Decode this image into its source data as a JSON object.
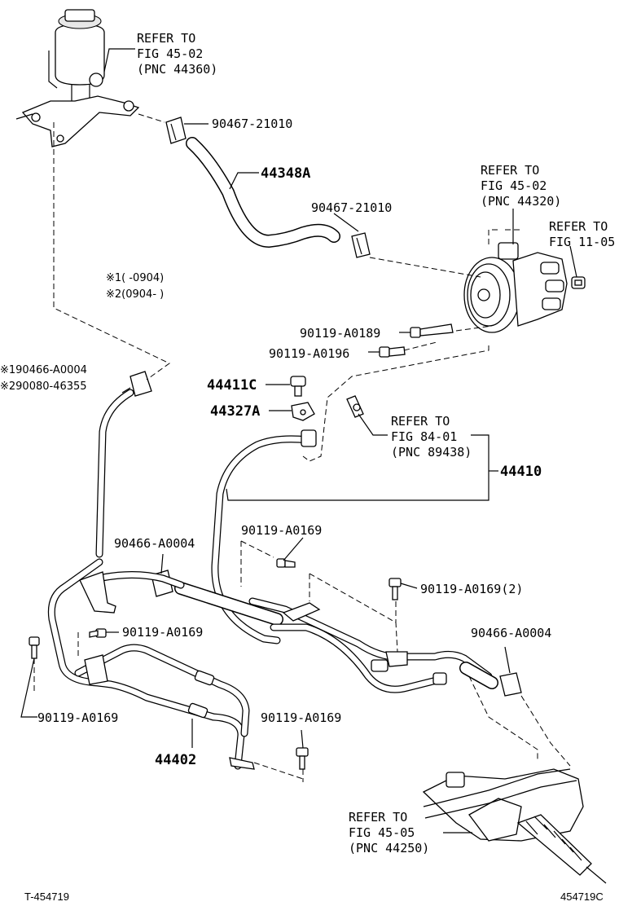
{
  "refs": {
    "reservoir": [
      "REFER TO",
      "FIG 45-02",
      "(PNC 44360)"
    ],
    "pump": [
      "REFER TO",
      "FIG 45-02",
      "(PNC 44320)"
    ],
    "fig11": [
      "REFER TO",
      "FIG 11-05"
    ],
    "sensor": [
      "REFER TO",
      "FIG 84-01",
      "(PNC 89438)"
    ],
    "gear": [
      "REFER TO",
      "FIG 45-05",
      "(PNC 44250)"
    ]
  },
  "notes": {
    "note1": "※1(   -0904)",
    "note2": "※2(0904-   )"
  },
  "parts": {
    "clamp_top": "90467-21010",
    "hose_suction": "44348A",
    "clamp_pump": "90467-21010",
    "bolt_0189": "90119-A0189",
    "bolt_0196": "90119-A0196",
    "bolt_44411c": "44411C",
    "clamp_44327a": "44327A",
    "alt1": "※190466-A0004",
    "alt2": "※290080-46355",
    "pressure_tube": "44410",
    "clamp_mid": "90466-A0004",
    "bolt_upper": "90119-A0169",
    "bolt_right": "90119-A0169(2)",
    "bolt_left_mid": "90119-A0169",
    "clamp_right": "90466-A0004",
    "bolt_left_low": "90119-A0169",
    "bolt_low": "90119-A0169",
    "cooler_tube": "44402"
  },
  "footer": {
    "left": "T-454719",
    "right": "454719C"
  }
}
